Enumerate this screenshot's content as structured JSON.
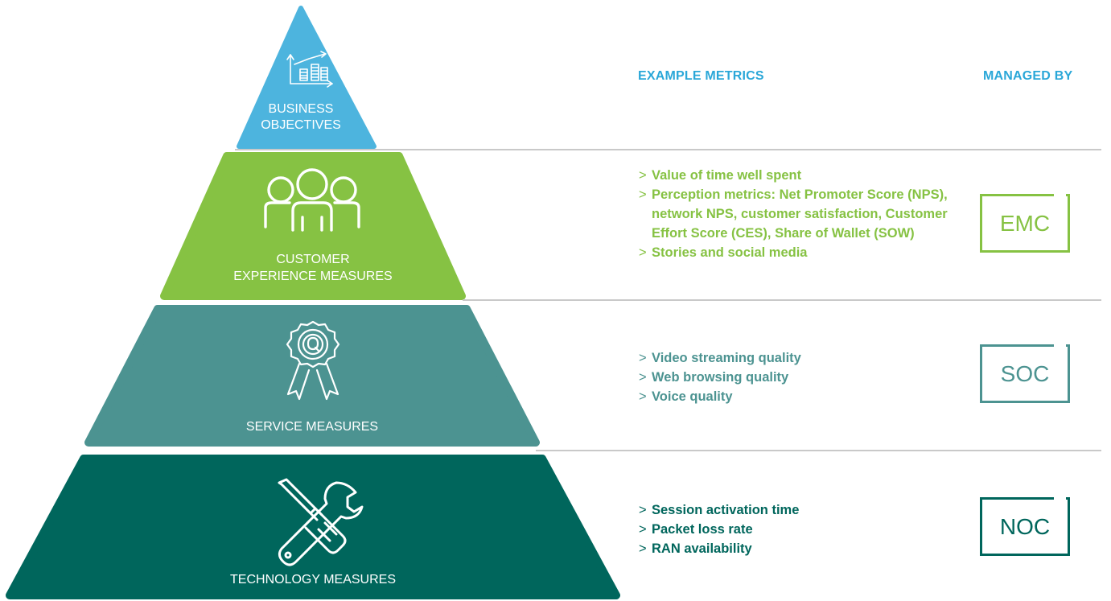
{
  "headers": {
    "example_metrics": "EXAMPLE METRICS",
    "managed_by": "MANAGED BY"
  },
  "colors": {
    "business": "#4db4de",
    "customer": "#86c243",
    "service": "#4c9391",
    "technology": "#00665c",
    "header": "#2aa7d8",
    "separator": "#c9c9c9"
  },
  "tiers": [
    {
      "label_lines": [
        "BUSINESS",
        "OBJECTIVES"
      ],
      "icon": "growth-chart-icon"
    },
    {
      "label_lines": [
        "CUSTOMER",
        "EXPERIENCE MEASURES"
      ],
      "icon": "people-group-icon",
      "metrics": [
        {
          "marker": ">",
          "text": "Value of time well spent"
        },
        {
          "marker": ">",
          "text": "Perception metrics: Net Promoter Score (NPS), network NPS, customer satisfaction, Customer Effort Score (CES), Share of Wallet (SOW)"
        },
        {
          "marker": ">",
          "text": "Stories and social media"
        }
      ],
      "managed_by": "EMC"
    },
    {
      "label_lines": [
        "SERVICE MEASURES"
      ],
      "icon": "award-rosette-icon",
      "metrics": [
        {
          "marker": ">",
          "text": "Video streaming quality"
        },
        {
          "marker": ">",
          "text": "Web browsing quality"
        },
        {
          "marker": ">",
          "text": "Voice quality"
        }
      ],
      "managed_by": "SOC"
    },
    {
      "label_lines": [
        "TECHNOLOGY MEASURES"
      ],
      "icon": "wrench-screwdriver-icon",
      "metrics": [
        {
          "marker": ">",
          "text": "Session activation time"
        },
        {
          "marker": ">",
          "text": "Packet loss rate"
        },
        {
          "marker": ">",
          "text": "RAN availability"
        }
      ],
      "managed_by": "NOC"
    }
  ]
}
